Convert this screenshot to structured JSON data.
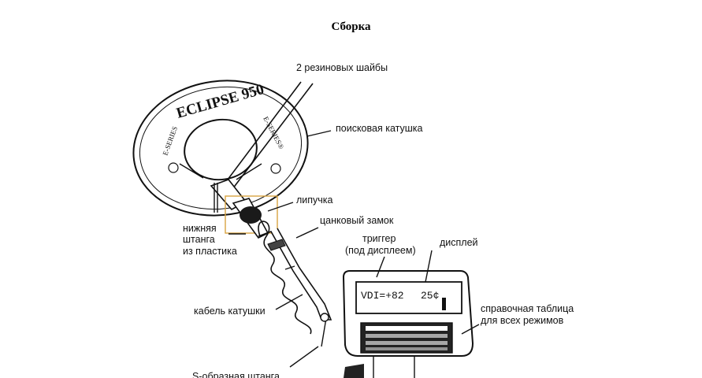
{
  "page": {
    "title": "Сборка"
  },
  "device": {
    "coil_brand": "ECLIPSE 950",
    "coil_series_left": "E-SERIES",
    "coil_series_right": "E-SERIES®",
    "display": {
      "vdi_text": "VDI=+82",
      "value_text": "25¢"
    }
  },
  "labels": {
    "rubber_washers": "2 резиновых шайбы",
    "search_coil": "поисковая катушка",
    "velcro": "липучка",
    "cam_lock": "цанковый замок",
    "lower_shaft_1": "нижняя",
    "lower_shaft_2": "штанга",
    "lower_shaft_3": "из пластика",
    "trigger_1": "триггер",
    "trigger_2": "(под дисплеем)",
    "display": "дисплей",
    "ref_table_1": "справочная таблица",
    "ref_table_2": "для всех режимов",
    "coil_cable": "кабель катушки",
    "s_shaft": "S-образная штанга"
  },
  "colors": {
    "highlight_box": "#d9a441",
    "ink": "#111111"
  }
}
